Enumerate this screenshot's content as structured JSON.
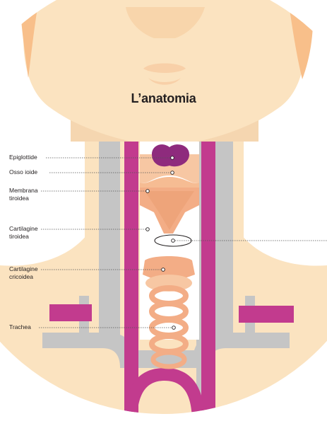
{
  "title": "L’anatomia",
  "labels": {
    "epiglottide": "Epiglottide",
    "osso_ioide": "Osso ioide",
    "membrana_1": "Membrana",
    "membrana_2": "tiroidea",
    "cartilagine_tiroidea_1": "Cartilagine",
    "cartilagine_tiroidea_2": "tiroidea",
    "cartilagine_cricoidea_1": "Cartilagine",
    "cartilagine_cricoidea_2": "cricoidea",
    "trachea": "Trachea"
  },
  "colors": {
    "skin": "#fbe3c0",
    "skin_shadow": "#f5cfa1",
    "ear": "#f8bf8a",
    "vessel_gray": "#c5c5c5",
    "vessel_magenta": "#c23b8e",
    "epiglottis": "#8e2b7d",
    "cartilage": "#f3ad86",
    "cartilage_light": "#f7c7a3",
    "leader": "#555555"
  }
}
